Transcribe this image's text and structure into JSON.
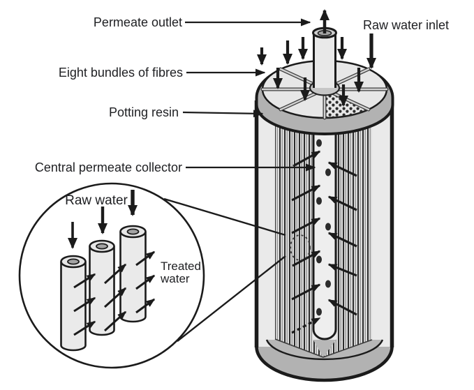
{
  "figure": {
    "type": "technical-diagram",
    "subject": "Hollow-fibre membrane filtration module cutaway with magnified fibre inset",
    "labels": {
      "permeate_outlet": "Permeate outlet",
      "raw_water_inlet": "Raw water inlet",
      "eight_bundles_of_fibres": "Eight bundles of fibres",
      "potting_resin": "Potting resin",
      "central_permeate_collector": "Central permeate collector"
    },
    "inset": {
      "raw_water": "Raw water",
      "treated_water_line1": "Treated",
      "treated_water_line2": "water"
    },
    "icons": {
      "flow_arrow": "arrow",
      "magnifier_circle": "magnifier-callout"
    },
    "colors": {
      "outline": "#1b1b1b",
      "shell": "#eaeaea",
      "top_face": "#e7e7e7",
      "resin_band": "#b2b2b2",
      "end_cap": "#b2b2b2",
      "floor": "#b7b7b7",
      "tube": "#e9e9e9",
      "tube_top": "#cfcfcf",
      "bore": "#a4a4a4",
      "collar": "#c6c6c6",
      "channel": "#eeeeee",
      "stripe_bg": "#dedede",
      "stripe_dark": "#2c2c2c",
      "stripe_mid": "#8e8e8e",
      "text": "#202124",
      "background": "#ffffff"
    }
  }
}
